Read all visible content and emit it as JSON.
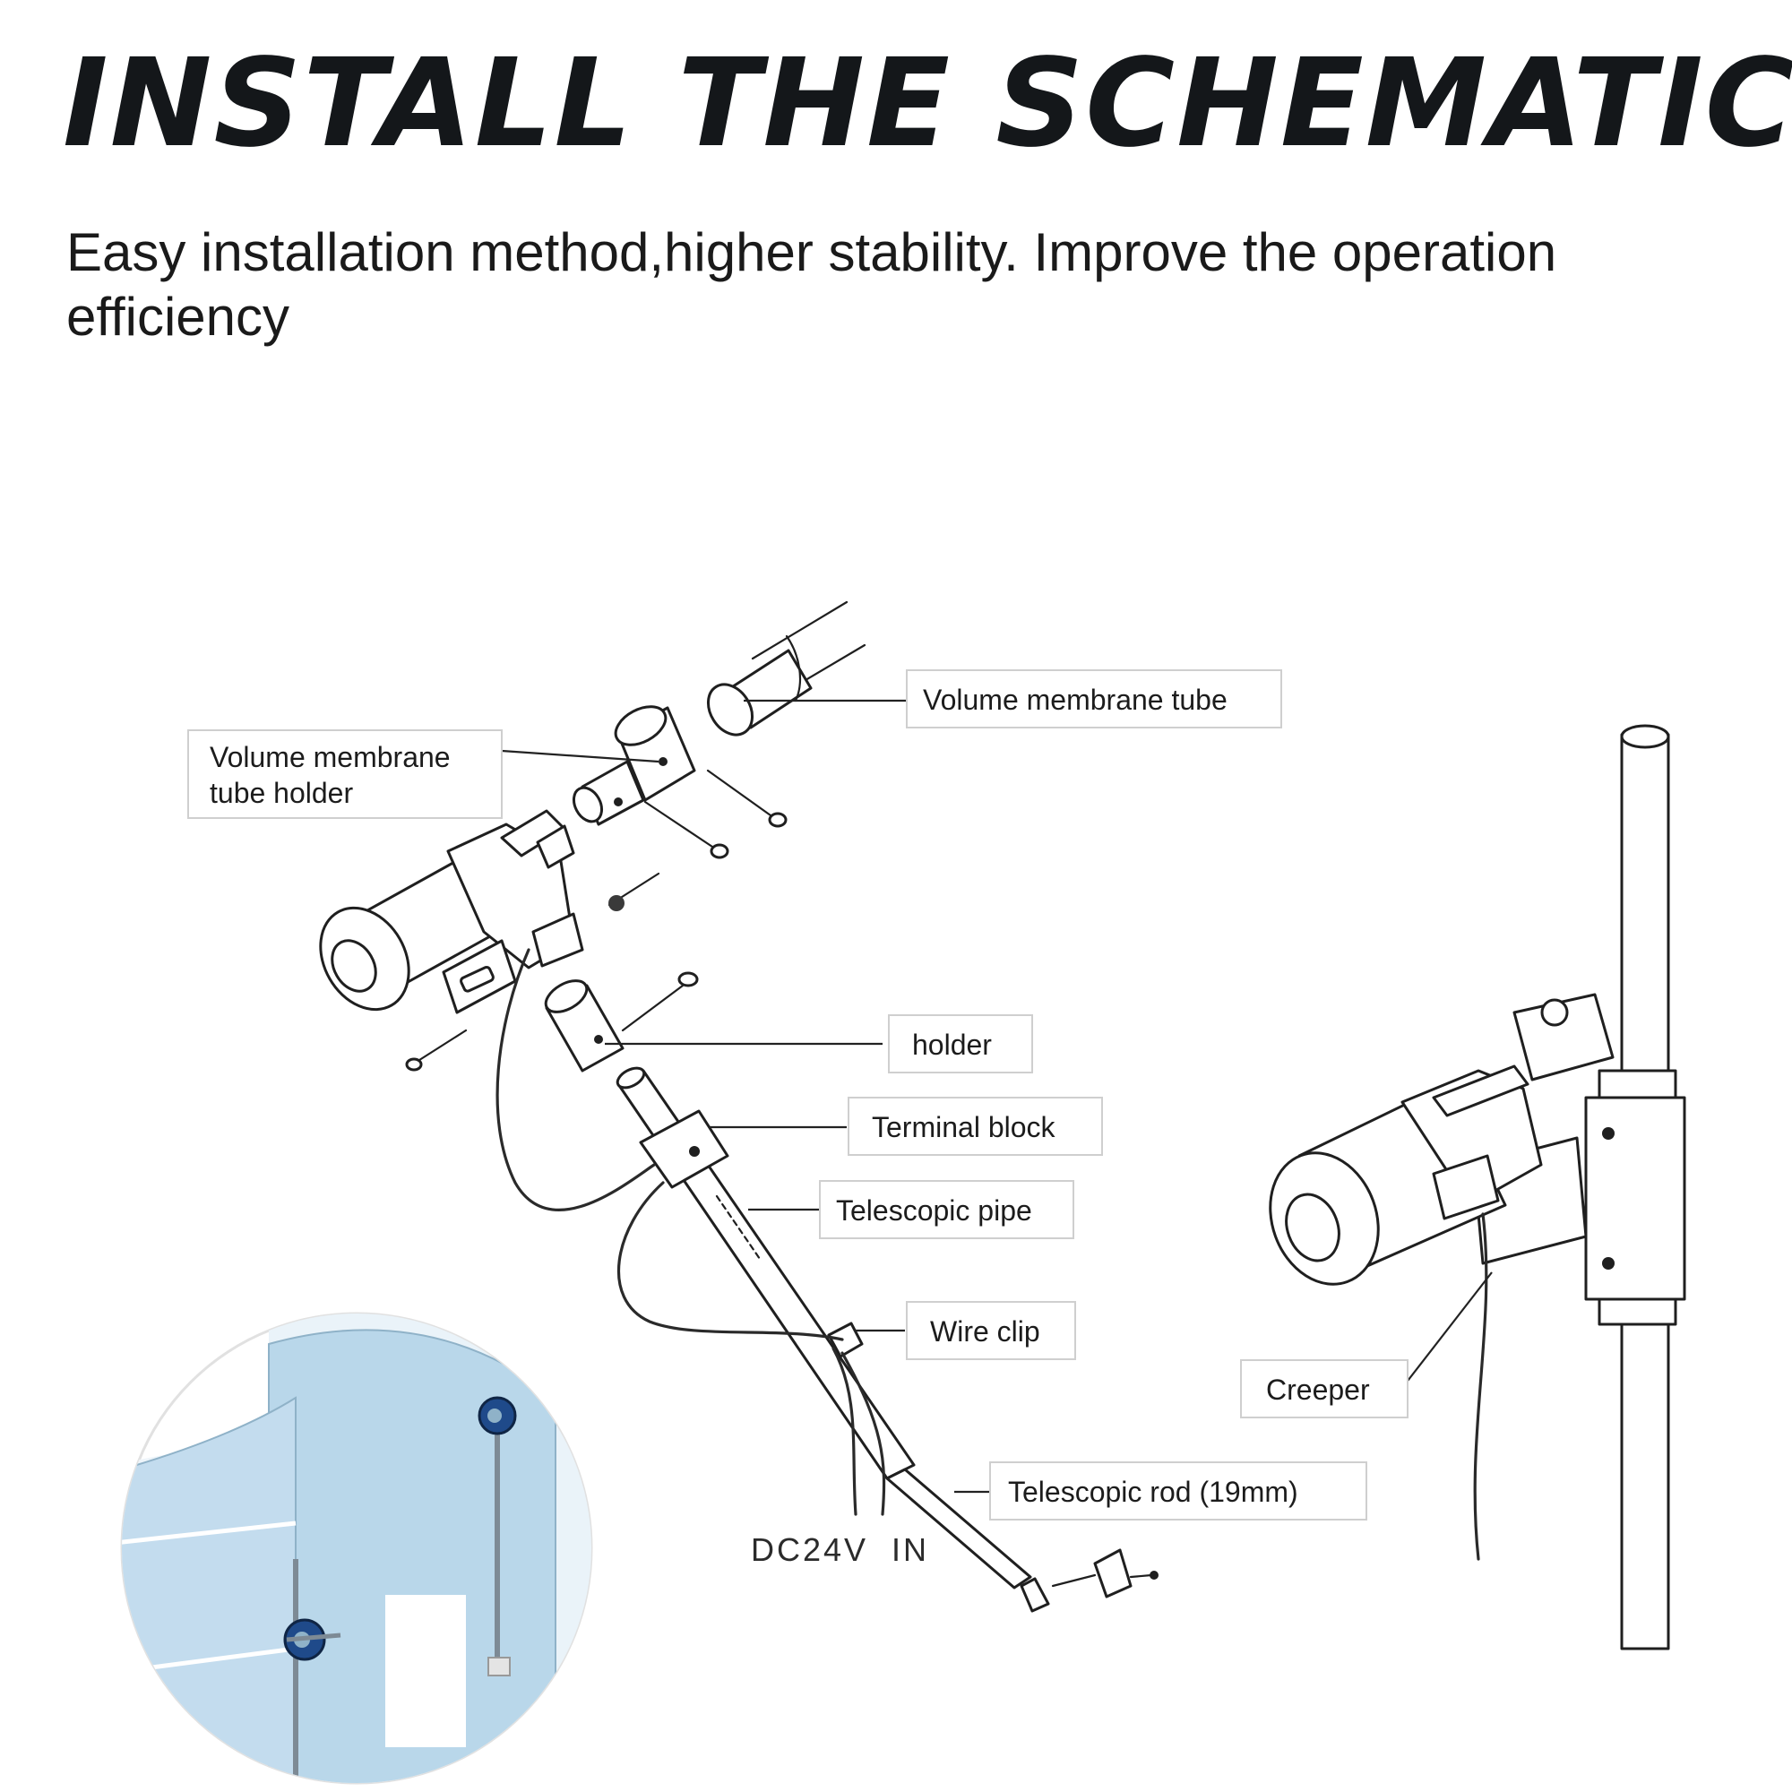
{
  "header": {
    "title": "INSTALL THE SCHEMATIC",
    "subtitle": "Easy installation method,higher stability. Improve the operation efficiency"
  },
  "diagram": {
    "labels": {
      "volume_membrane_tube": "Volume membrane tube",
      "tube_holder_line1": "Volume membrane",
      "tube_holder_line2": "tube holder",
      "holder": "holder",
      "terminal_block": "Terminal block",
      "telescopic_pipe": "Telescopic pipe",
      "wire_clip": "Wire clip",
      "creeper": "Creeper",
      "telescopic_rod": "Telescopic rod (19mm)"
    },
    "power_input": "DC24V  IN"
  },
  "colors": {
    "title": "#14171a",
    "line_art": "#1f1f1f",
    "greenhouse_fill": "#b9d7ea",
    "greenhouse_roof": "#eaf3f9",
    "motor_accent": "#1f4a8a"
  }
}
